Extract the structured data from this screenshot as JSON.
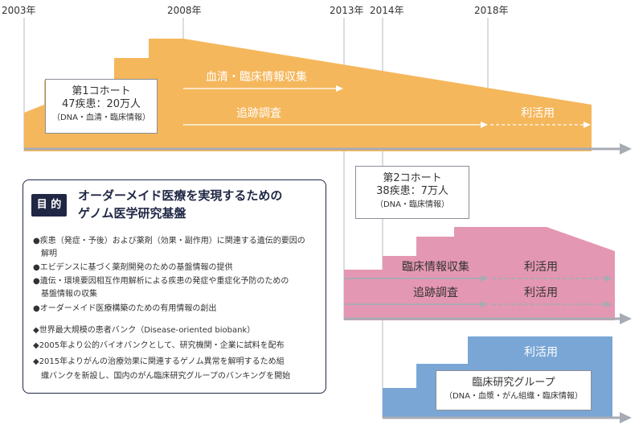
{
  "years": [
    "2003年",
    "2008年",
    "2013年",
    "2014年",
    "2018年"
  ],
  "cohort1": {
    "title": "第1コホート",
    "count": "47疾患：20万人",
    "info": "（DNA・血清・臨床情報）",
    "serum_label": "血清・臨床情報収集",
    "followup_label": "追跡調査",
    "use_label": "利活用"
  },
  "cohort2": {
    "title": "第2コホート",
    "count": "38疾患：7万人",
    "info": "（DNA・臨床情報）",
    "clinical_label": "臨床情報収集",
    "use_label_1": "利活用",
    "followup_label": "追跡調査",
    "use_label_2": "利活用"
  },
  "clinical_group": {
    "use_label": "利活用",
    "title": "臨床研究グループ",
    "info": "（DNA・血漿・がん組織・臨床情報）"
  },
  "purpose": {
    "badge": "目 的",
    "title_1": "オーダーメイド医療を実現するための",
    "title_2": "ゲノム医学研究基盤",
    "lines": [
      "●疾患（発症・予後）および薬剤（効果・副作用）に関連する遺伝的要因の",
      "　解明",
      "●エビデンスに基づく薬剤開発のための基盤情報の提供",
      "●遺伝・環境要因相互作用解析による疾患の発症や重症化予防のための",
      "　基盤情報の収集",
      "●オーダーメイド医療構築のための有用情報の創出",
      "◆世界最大規模の患者バンク（Disease-oriented biobank）",
      "◆2005年より公的バイオバンクとして、研究機関・企業に試料を配布",
      "◆2015年よりがんの治療効果に関連するゲノム異常を解明するため組",
      "　織バンクを新設し、国内のがん臨床研究グループのバンキングを開始"
    ]
  },
  "colors": {
    "orange": "#f5b75c",
    "pink": "#e497b2",
    "blue": "#7aa6d6",
    "axis": "#a7abb3",
    "navy": "#1f2744"
  }
}
